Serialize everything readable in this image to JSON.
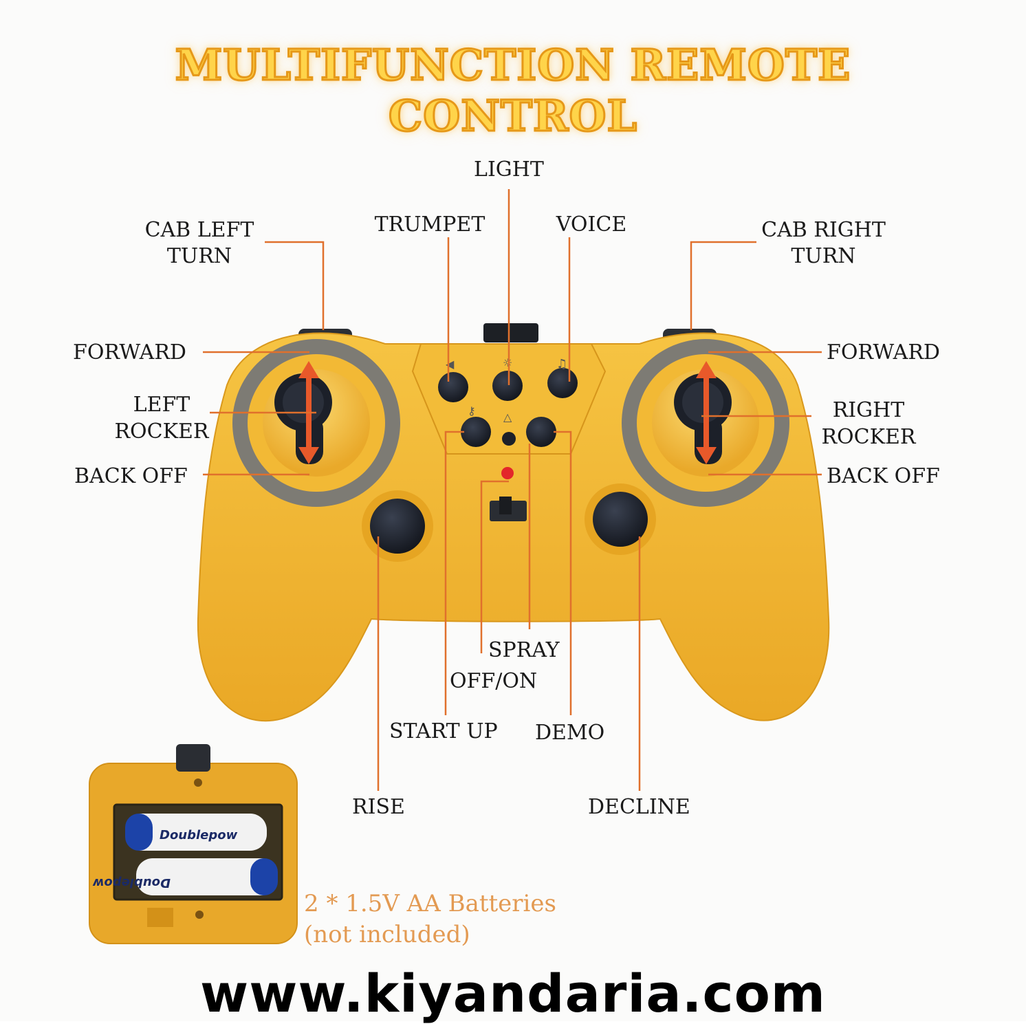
{
  "title": {
    "line1": "MULTIFUNCTION REMOTE",
    "line2": "CONTROL"
  },
  "labels": {
    "light": "LIGHT",
    "trumpet": "TRUMPET",
    "voice": "VOICE",
    "cab_left_turn_1": "CAB LEFT",
    "cab_left_turn_2": "TURN",
    "cab_right_turn_1": "CAB RIGHT",
    "cab_right_turn_2": "TURN",
    "forward_left": "FORWARD",
    "forward_right": "FORWARD",
    "left_rocker_1": "LEFT",
    "left_rocker_2": "ROCKER",
    "right_rocker_1": "RIGHT",
    "right_rocker_2": "ROCKER",
    "back_off_left": "BACK OFF",
    "back_off_right": "BACK OFF",
    "spray": "SPRAY",
    "off_on": "OFF/ON",
    "start_up": "START UP",
    "demo": "DEMO",
    "rise": "RISE",
    "decline": "DECLINE"
  },
  "battery": {
    "brand": "Doublepow",
    "line1": "2 * 1.5V AA Batteries",
    "line2": "(not included)"
  },
  "website": "www.kiyandaria.com",
  "colors": {
    "controller_body": "#f0b72a",
    "leader_line": "#e0702c",
    "arrow": "#e8592a",
    "title_fill": "#ffd44a",
    "title_stroke": "#e69818",
    "battery_text": "#e39a52"
  }
}
